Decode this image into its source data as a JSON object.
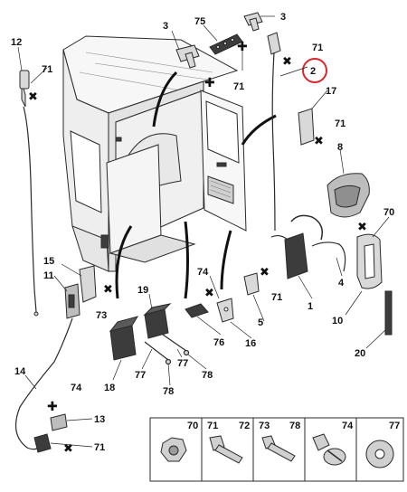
{
  "colors": {
    "line": "#2a2a2a",
    "body_fill": "#f3f3f3",
    "part_fill": "#d9d9d9",
    "dark_part": "#3c3c3c",
    "highlight": "#d9262c"
  },
  "callouts": {
    "c12": "12",
    "c71a": "71",
    "c3a": "3",
    "c75": "75",
    "c3b": "3",
    "c71b": "71",
    "c2": "2",
    "c71c": "71",
    "c17": "17",
    "c71d": "71",
    "c8": "8",
    "c70": "70",
    "c4": "4",
    "c1": "1",
    "c10": "10",
    "c20": "20",
    "c15": "15",
    "c11": "11",
    "c73": "73",
    "c19": "19",
    "c74a": "74",
    "c71e": "71",
    "c5": "5",
    "c76": "76",
    "c16": "16",
    "c18": "18",
    "c77a": "77",
    "c77b": "77",
    "c78a": "78",
    "c78b": "78",
    "c14": "14",
    "c74b": "74",
    "c13": "13",
    "c71f": "71"
  },
  "legend": {
    "labels": [
      "70",
      "71",
      "72",
      "73",
      "78",
      "74",
      "77"
    ]
  }
}
